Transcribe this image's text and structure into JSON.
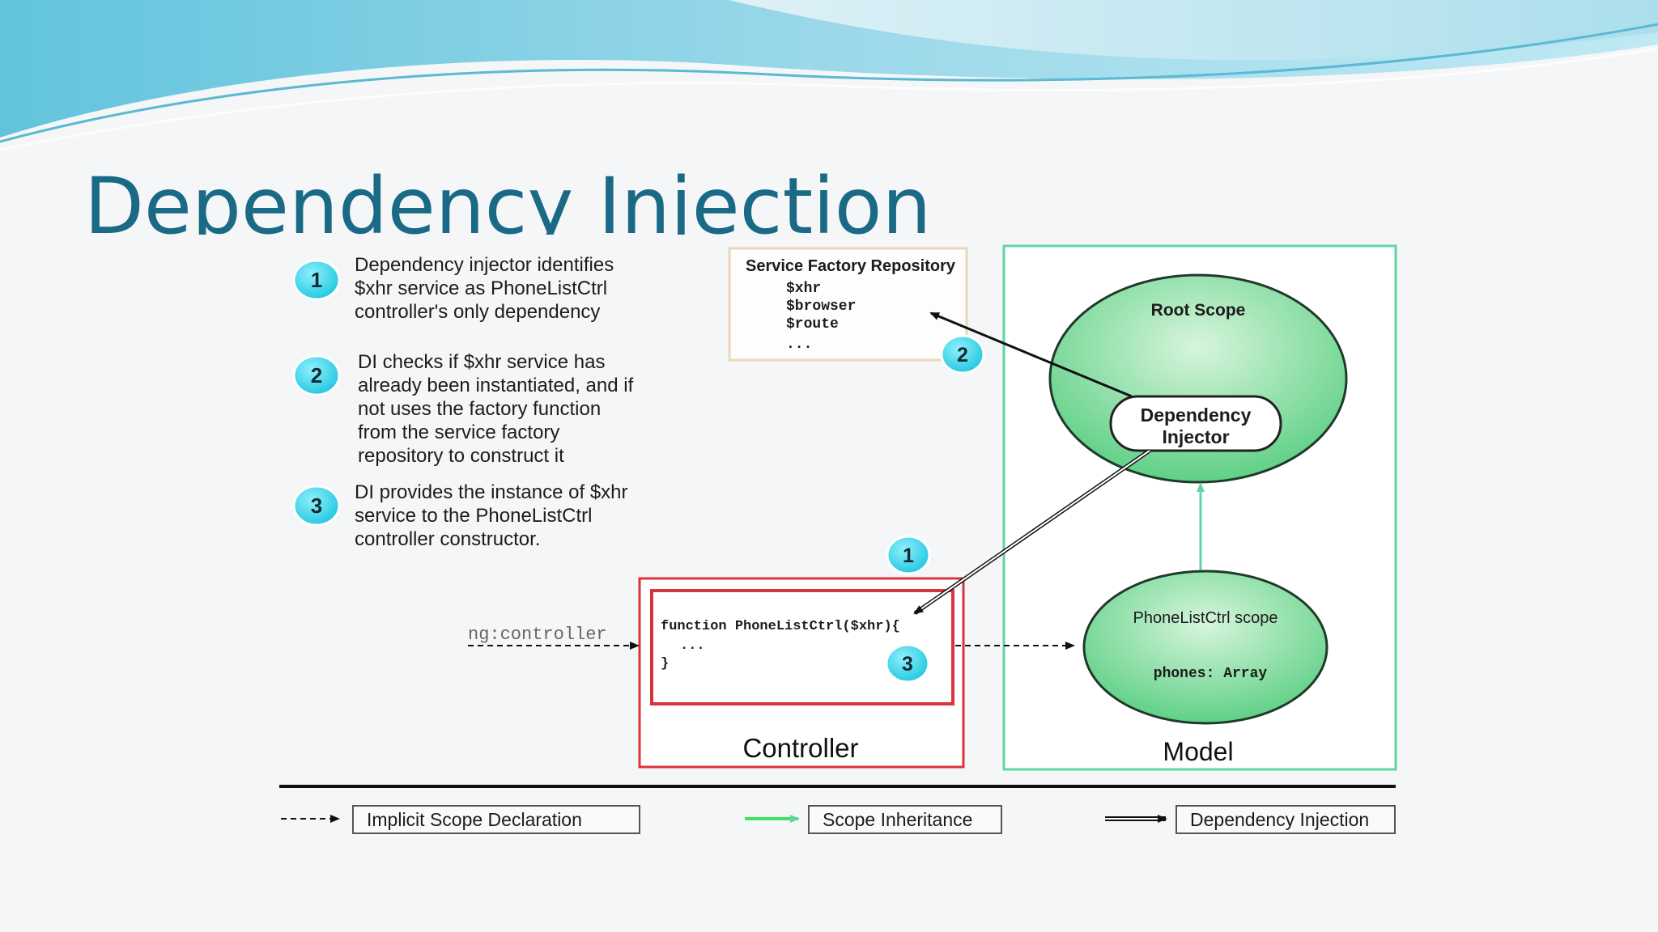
{
  "slide": {
    "title": "Dependency Injection"
  },
  "steps": [
    {
      "number": "1",
      "lines": [
        "Dependency injector identifies",
        "$xhr service as PhoneListCtrl",
        "controller's only dependency"
      ]
    },
    {
      "number": "2",
      "lines": [
        "DI checks if $xhr service has",
        "already been instantiated, and if",
        "not uses the factory function",
        "from the service factory",
        "repository to construct it"
      ]
    },
    {
      "number": "3",
      "lines": [
        "DI provides the instance of $xhr",
        "service to the PhoneListCtrl",
        "controller constructor."
      ]
    }
  ],
  "repository": {
    "title": "Service Factory Repository",
    "items": [
      "$xhr",
      "$browser",
      "$route",
      "..."
    ]
  },
  "model": {
    "label": "Model",
    "root_scope": "Root Scope",
    "injector_line1": "Dependency",
    "injector_line2": "Injector",
    "child_scope": "PhoneListCtrl scope",
    "child_scope_value": "phones: Array"
  },
  "controller": {
    "label": "Controller",
    "code_line1": "function PhoneListCtrl($xhr){",
    "code_line2": "...",
    "code_line3": "}",
    "directive": "ng:controller"
  },
  "markers": {
    "one": "1",
    "two": "2",
    "three": "3"
  },
  "legend": {
    "implicit": "Implicit Scope Declaration",
    "inheritance": "Scope Inheritance",
    "injection": "Dependency Injection"
  },
  "colors": {
    "title": "#1a6a86",
    "marker": "#39cfe6",
    "model_border": "#5fd6a3",
    "scope_fill": "#69d98f",
    "controller_border": "#d9333b",
    "repository_border": "#e8d9b8"
  }
}
